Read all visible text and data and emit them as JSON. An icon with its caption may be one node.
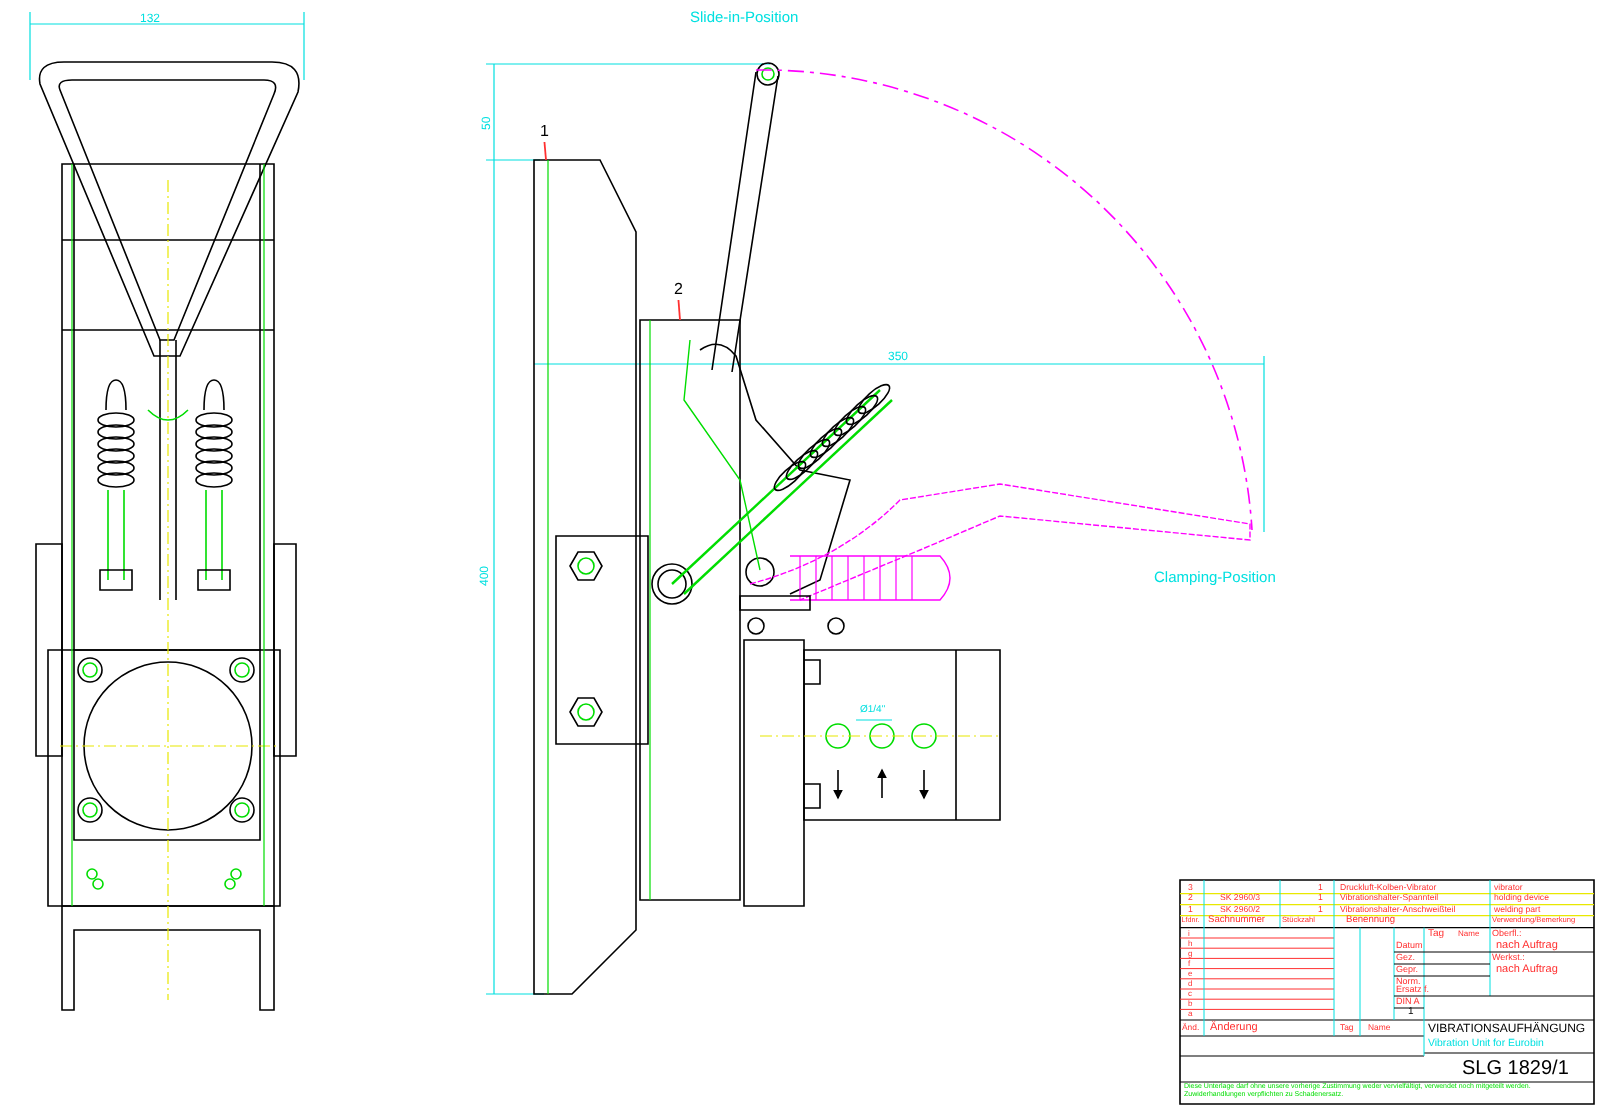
{
  "diagram": {
    "nodes": [
      {
        "text": [
          "1"
        ]
      },
      {
        "text": [
          "2"
        ]
      }
    ],
    "edges": [
      {
        "from": 0,
        "to": null,
        "arrow": "none"
      },
      {
        "from": 1,
        "to": null,
        "arrow": "none"
      }
    ],
    "labels": [
      "132",
      "Slide-in-Position",
      "50",
      "350",
      "400",
      "Clamping-Position",
      "Ø1/4\"",
      "3",
      "1",
      "Druckluft-Kolben-Vibrator",
      "vibrator",
      "2",
      "SK 2960/3",
      "1",
      "Vibrationshalter-Spannteil",
      "holding device",
      "1",
      "SK 2960/2",
      "1",
      "Vibrationshalter-Anschweißteil",
      "welding part",
      "Lfdnr.",
      "Sachnummer",
      "Stückzahl",
      "Benennung",
      "Verwendung/Bemerkung",
      "Tag",
      "Name",
      "Oberfl.:",
      "nach Auftrag",
      "Datum",
      "Gez.",
      "Gepr.",
      "Norm.",
      "Werkst.:",
      "nach Auftrag",
      "Ersatz f.",
      "i",
      "h",
      "g",
      "f",
      "e",
      "d",
      "c",
      "b",
      "a",
      "DIN A",
      "1",
      "Änd.",
      "Änderung",
      "Tag",
      "Name",
      "VIBRATIONSAUFHÄNGUNG",
      "Vibration Unit for Eurobin",
      "SLG 1829/1",
      "Diese Unterlage darf ohne unsere vorherige Zustimmung weder vervielfältigt, verwendet noch mitgeteilt werden. Zuwiderhandlungen verpflichten zu Schadenersatz."
    ]
  }
}
